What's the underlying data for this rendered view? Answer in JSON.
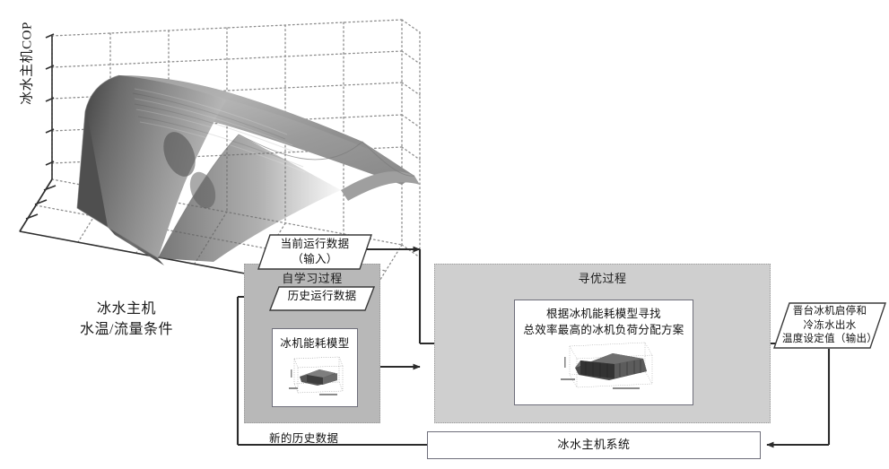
{
  "chart_data": {
    "type": "surface",
    "title": "",
    "ylabel": "冰水主机COP",
    "xlabel": "冰水主机\n水温/流量条件",
    "xlabel_lines": [
      "冰水主机",
      "水温/流量条件"
    ],
    "zlabel": "",
    "grid": true,
    "colormap": "grayscale",
    "description": "3D surface plot of chiller COP versus water temperature / flow rate conditions; ridge-shaped surface with a peak running diagonally and falling off on both sides",
    "x_ticks": [],
    "y_ticks": [],
    "z_ticks": [],
    "surface_ridge_profile": [
      0.18,
      0.42,
      0.72,
      0.95,
      1.0,
      0.93,
      0.8,
      0.66,
      0.55,
      0.47,
      0.42,
      0.39
    ],
    "axes_ranges": {
      "x": [
        0,
        1
      ],
      "y": [
        0,
        1
      ],
      "z": [
        0,
        1
      ]
    }
  },
  "diagram": {
    "panels": {
      "self_learning": {
        "title": "自学习过程",
        "color": "#b8b8b8"
      },
      "optimization": {
        "title": "寻优过程",
        "color": "#cfcfcf"
      }
    },
    "nodes": {
      "current_data": {
        "lines": [
          "当前运行数据",
          "（输入）"
        ],
        "shape": "parallelogram"
      },
      "history_data": {
        "lines": [
          "历史运行数据"
        ],
        "shape": "parallelogram"
      },
      "energy_model": {
        "title": "冰机能耗模型",
        "shape": "rect",
        "has_thumbnail": true
      },
      "optimizer": {
        "lines": [
          "根据冰机能耗模型寻找",
          "总效率最高的冰机负荷分配方案"
        ],
        "shape": "rect",
        "has_thumbnail": true
      },
      "output": {
        "lines": [
          "晋台冰机启停和",
          "冷冻水出水",
          "温度设定值（输出）"
        ],
        "shape": "parallelogram"
      },
      "chiller_system": {
        "title": "冰水主机系统",
        "shape": "rect"
      }
    },
    "labels": {
      "new_history_data": "新的历史数据"
    }
  },
  "colors": {
    "panel_dark": "#b8b8b8",
    "panel_light": "#cfcfcf",
    "box_border": "#6e6e7a",
    "arrow": "#2b2b2b",
    "text": "#111111",
    "background": "#ffffff"
  }
}
